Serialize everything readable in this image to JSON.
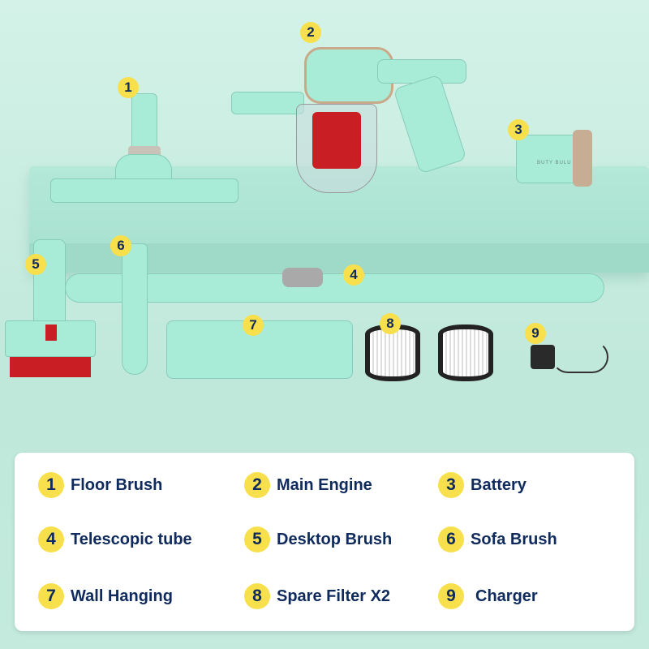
{
  "callouts": [
    "1",
    "2",
    "3",
    "4",
    "5",
    "6",
    "7",
    "8",
    "9"
  ],
  "battery_brand": "BUTY BULU",
  "legend": [
    {
      "num": "1",
      "label": "Floor Brush"
    },
    {
      "num": "2",
      "label": "Main Engine"
    },
    {
      "num": "3",
      "label": "Battery"
    },
    {
      "num": "4",
      "label": "Telescopic tube"
    },
    {
      "num": "5",
      "label": "Desktop Brush"
    },
    {
      "num": "6",
      "label": "Sofa Brush"
    },
    {
      "num": "7",
      "label": "Wall Hanging"
    },
    {
      "num": "8",
      "label": "Spare Filter X2"
    },
    {
      "num": "9",
      "label": "Charger"
    }
  ],
  "colors": {
    "badge": "#f8e04c",
    "text": "#0f2a5c",
    "mint": "#a8ecd8",
    "accent_red": "#c81e24"
  }
}
